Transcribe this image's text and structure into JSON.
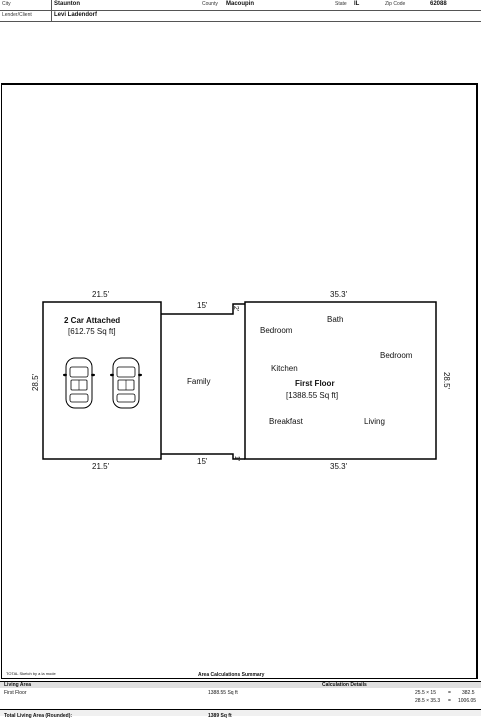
{
  "header": {
    "city_label": "City",
    "city": "Staunton",
    "county_label": "County",
    "county": "Macoupin",
    "state_label": "State",
    "state": "IL",
    "zip_label": "Zip Code",
    "zip": "62088",
    "lender_label": "Lender/Client",
    "lender": "Levi Ladendorf"
  },
  "plan": {
    "garage": {
      "top_dim": "21.5'",
      "bottom_dim": "21.5'",
      "side_dim": "28.5'",
      "title": "2 Car Attached",
      "area": "[612.75 Sq ft]"
    },
    "connector": {
      "top_dim": "15'",
      "bottom_dim": "15'",
      "jog_top": "2'",
      "jog_bottom": "1'",
      "room": "Family"
    },
    "house": {
      "top_dim": "35.3'",
      "bottom_dim": "35.3'",
      "side_dim": "28.5'",
      "title": "First Floor",
      "area": "[1388.55 Sq ft]",
      "rooms": {
        "bath": "Bath",
        "bedroom1": "Bedroom",
        "bedroom2": "Bedroom",
        "kitchen": "Kitchen",
        "breakfast": "Breakfast",
        "living": "Living"
      }
    }
  },
  "footer": {
    "software_note": "TOTAL Sketch by a la mode",
    "summary_title": "Area Calculations Summary",
    "living_area_label": "Living Area",
    "calc_details_label": "Calculation Details",
    "first_floor_label": "First Floor",
    "first_floor_area": "1388.55 Sq ft",
    "calc1_expr": "25.5 × 15",
    "calc1_eq": "=",
    "calc1_val": "382.5",
    "calc2_expr": "28.5 × 35.3",
    "calc2_eq": "=",
    "calc2_val": "1006.05",
    "total_label": "Total Living Area (Rounded):",
    "total_value": "1389 Sq ft"
  }
}
